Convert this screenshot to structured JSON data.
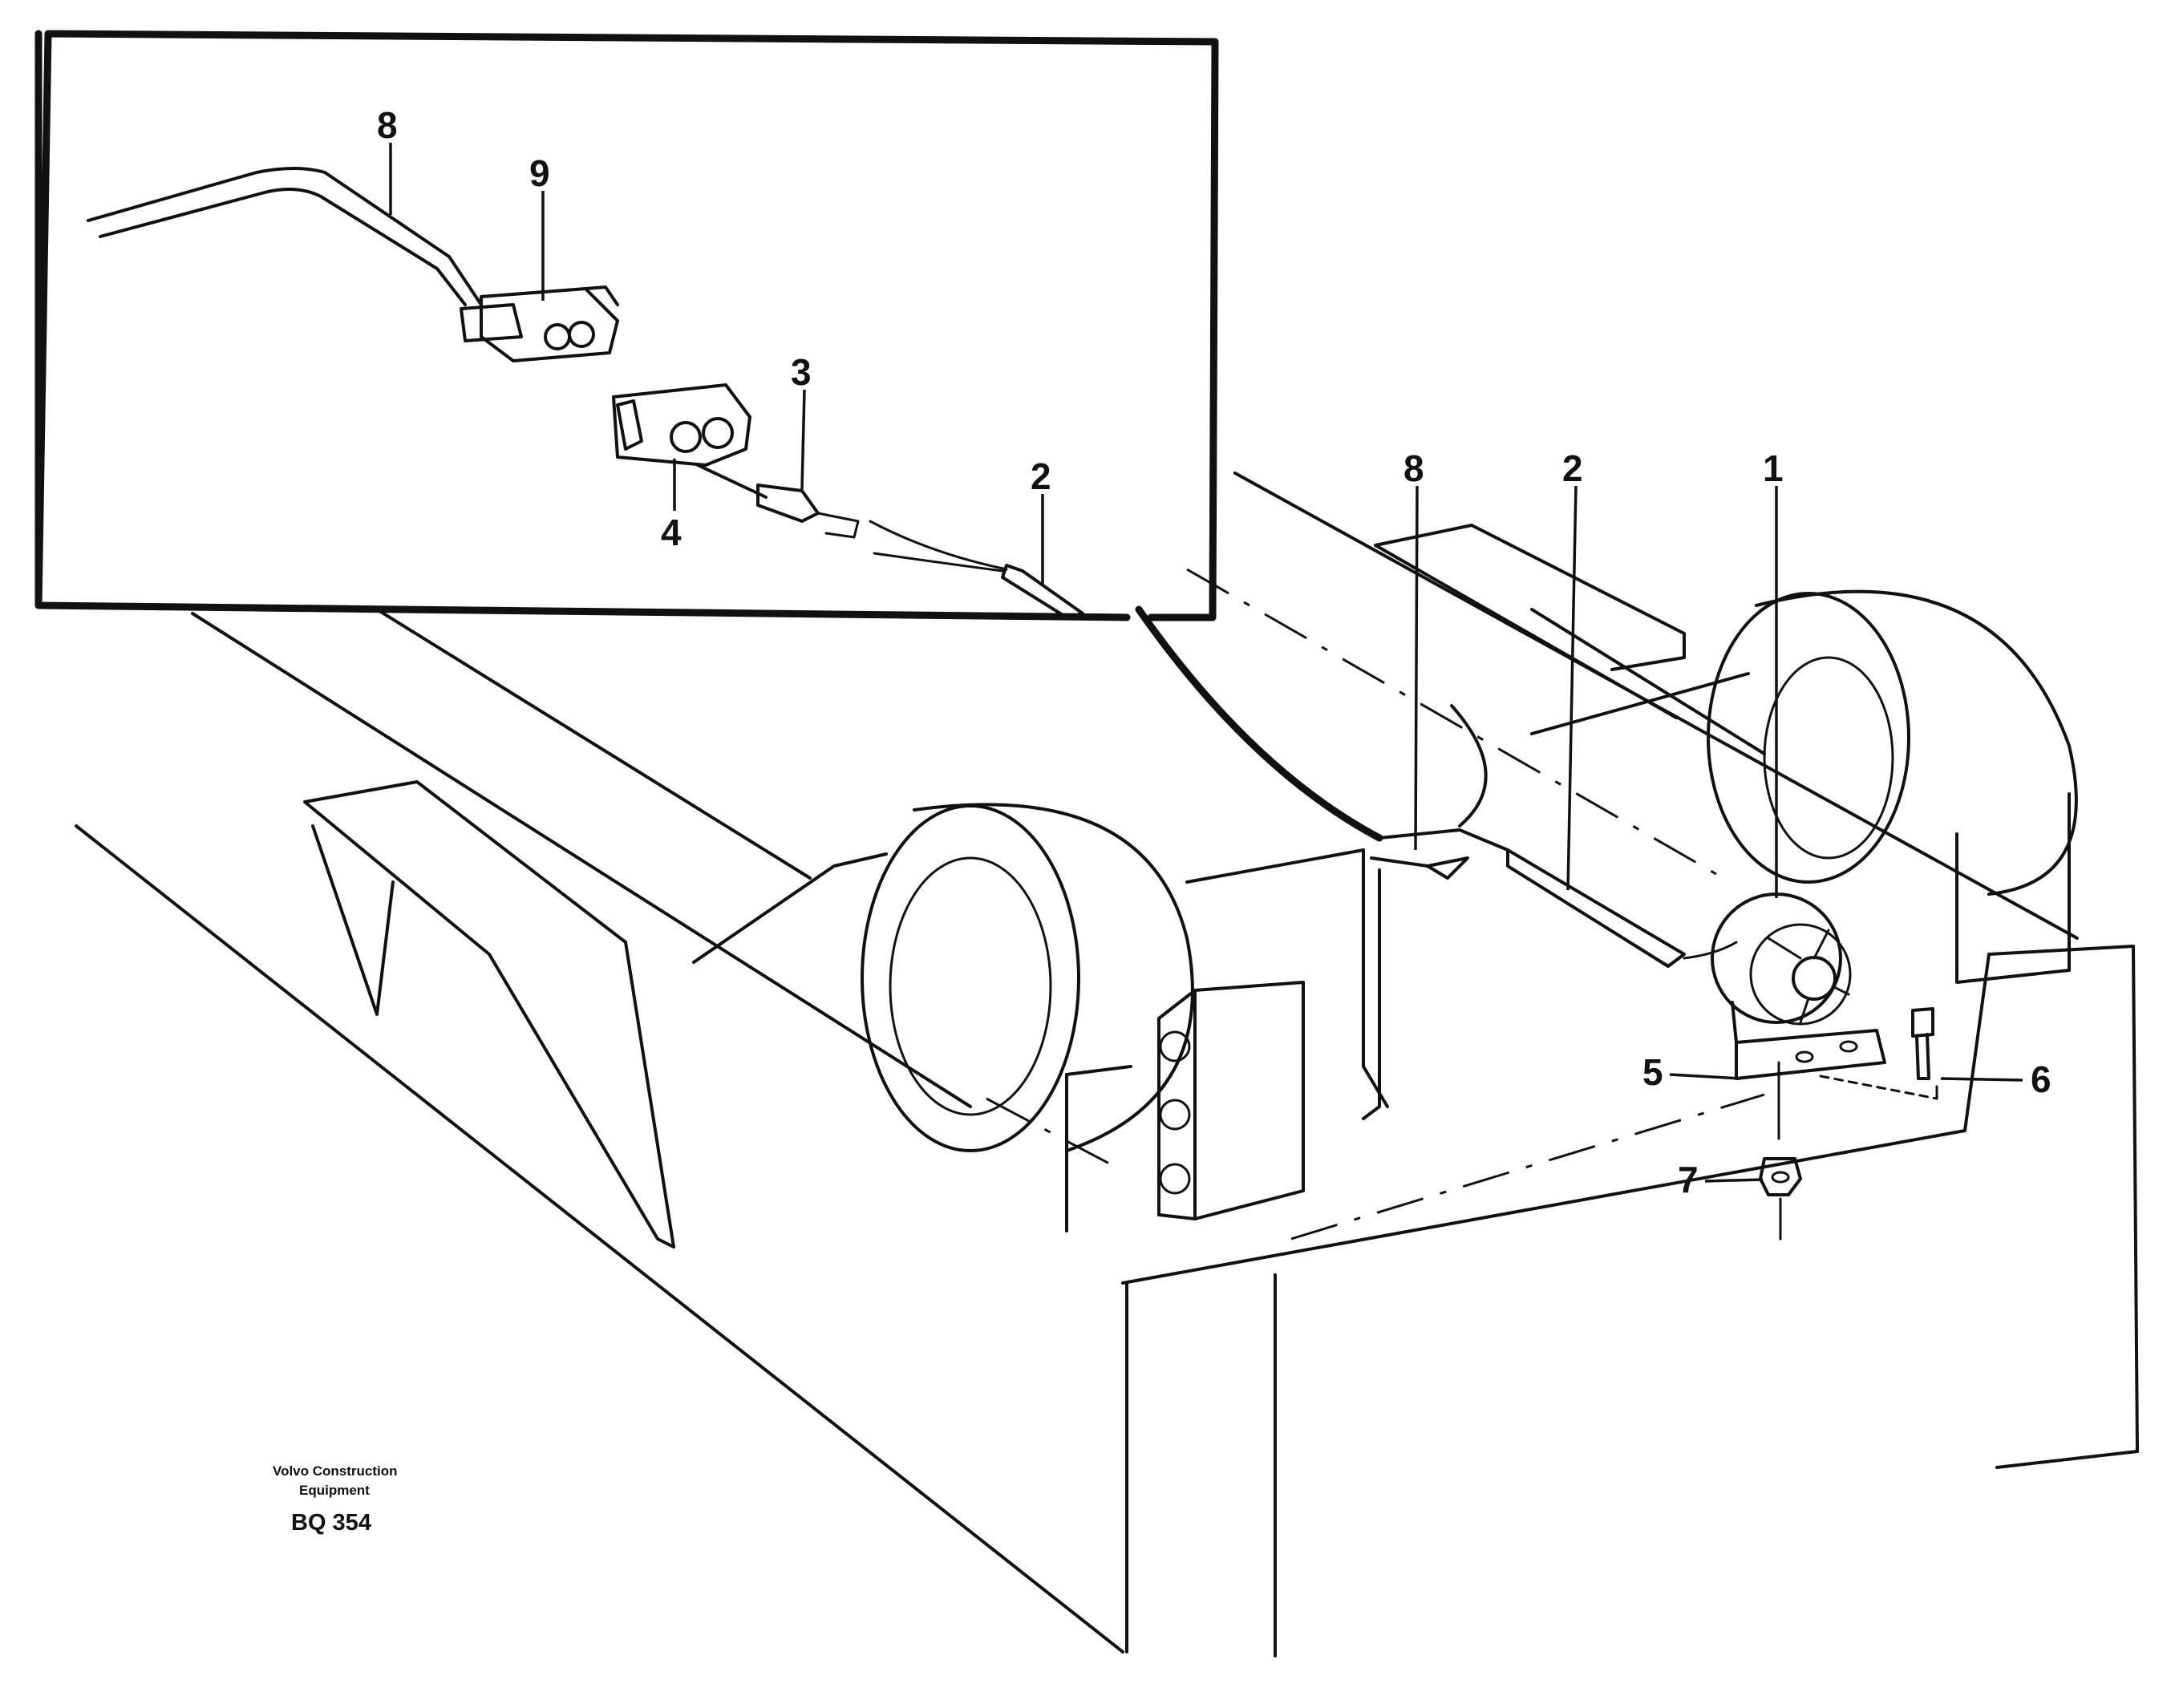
{
  "inset_callouts": {
    "harness": "8",
    "connector_housing_upper": "9",
    "contact_pin": "3",
    "connector_housing_lower": "4",
    "sensor_cable": "2"
  },
  "main_callouts": {
    "harness": "8",
    "sensor_cable": "2",
    "sensor": "1",
    "bracket": "5",
    "screw": "6",
    "nut": "7"
  },
  "footer": {
    "publisher_line1": "Volvo Construction",
    "publisher_line2": "Equipment",
    "drawing_code": "BQ 354"
  }
}
